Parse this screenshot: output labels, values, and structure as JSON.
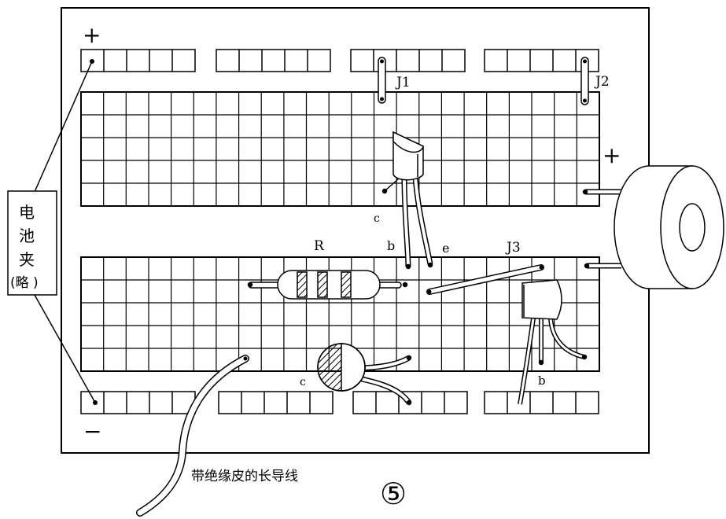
{
  "board": {
    "plus_top": "+",
    "minus_bottom": "−",
    "plus_right": "+"
  },
  "labels": {
    "j1": "J1",
    "j2": "J2",
    "j3": "J3",
    "r": "R",
    "b_upper": "b",
    "e_upper": "e",
    "c_upper": "c",
    "c_lower": "c",
    "b_lower": "b"
  },
  "battery_clip": {
    "line1": "电",
    "line2": "池",
    "line3": "夹",
    "line4": "(略 )"
  },
  "caption": {
    "wire_note": "带绝缘皮的长导线",
    "figure_number": "⑤"
  }
}
